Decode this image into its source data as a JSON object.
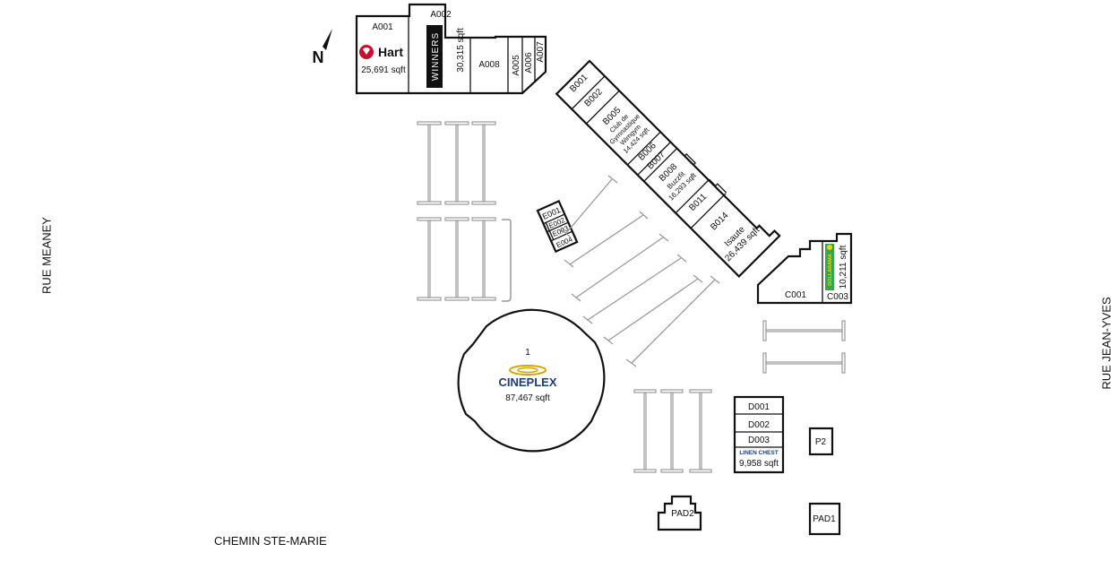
{
  "streets": {
    "west": "RUE MEANEY",
    "east": "RUE JEAN-YVES",
    "south": "CHEMIN STE-MARIE"
  },
  "north_arrow": {
    "label": "N",
    "icon": "north-arrow-icon"
  },
  "units": {
    "A001": "A001",
    "A002": "A002",
    "A008": "A008",
    "A005": "A005",
    "A006": "A006",
    "A007": "A007",
    "B001": "B001",
    "B002": "B002",
    "B005": "B005",
    "B006": "B006",
    "B007": "B007",
    "B008": "B008",
    "B011": "B011",
    "B014": "B014",
    "C001": "C001",
    "C003": "C003",
    "D001": "D001",
    "D002": "D002",
    "D003": "D003",
    "E001": "E001",
    "E002": "E002",
    "E003": "E003",
    "E004": "E004",
    "P2": "P2",
    "PAD1": "PAD1",
    "PAD2": "PAD2",
    "cinema": "1"
  },
  "tenants": {
    "hart": {
      "name": "Hart",
      "area": "25,691 sqft",
      "color": "#c8102e"
    },
    "winners": {
      "name": "WINNERS",
      "area": "30,315 sqft"
    },
    "club": {
      "name_1": "Club de",
      "name_2": "Gymnastique",
      "name_3": "Wimgym",
      "area": "14,424 sqft"
    },
    "buzzfit": {
      "name": "Buzzfit",
      "area": "16,293 sqft"
    },
    "isaute": {
      "name": "Isaute",
      "area": "26,439 sqft"
    },
    "dollarama": {
      "name": "DOLLARAMA",
      "area": "10,211 sqft",
      "color": "#2fa84f",
      "accent": "#f2d200"
    },
    "cineplex": {
      "name": "CINEPLEX",
      "area": "87,467 sqft",
      "color": "#1d3d7a",
      "accent": "#d9a300"
    },
    "linen_chest": {
      "name": "LINEN CHEST",
      "area": "9,958 sqft",
      "color": "#1d3d7a"
    }
  }
}
